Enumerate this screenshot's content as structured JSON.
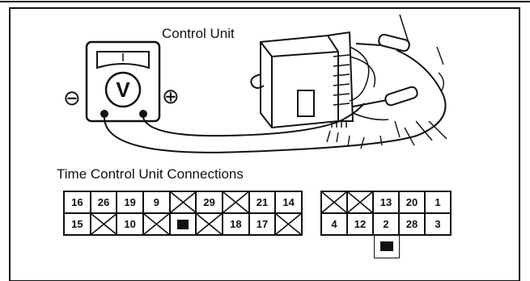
{
  "labels": {
    "control_unit": "Control Unit",
    "connections_title": "Time Control Unit Connections"
  },
  "meter": {
    "symbol": "V",
    "minus": "⊖",
    "plus": "⊕"
  },
  "connector_a": {
    "rows": [
      [
        "16",
        "26",
        "19",
        "9",
        "",
        "29",
        "",
        "21",
        "14"
      ],
      [
        "15",
        "",
        "10",
        "",
        "key",
        "",
        "18",
        "17",
        ""
      ]
    ]
  },
  "connector_b": {
    "rows": [
      [
        "",
        "",
        "13",
        "20",
        "1"
      ],
      [
        "4",
        "12",
        "2",
        "28",
        "3"
      ]
    ]
  },
  "colors": {
    "ink": "#111111",
    "paper": "#ffffff"
  }
}
